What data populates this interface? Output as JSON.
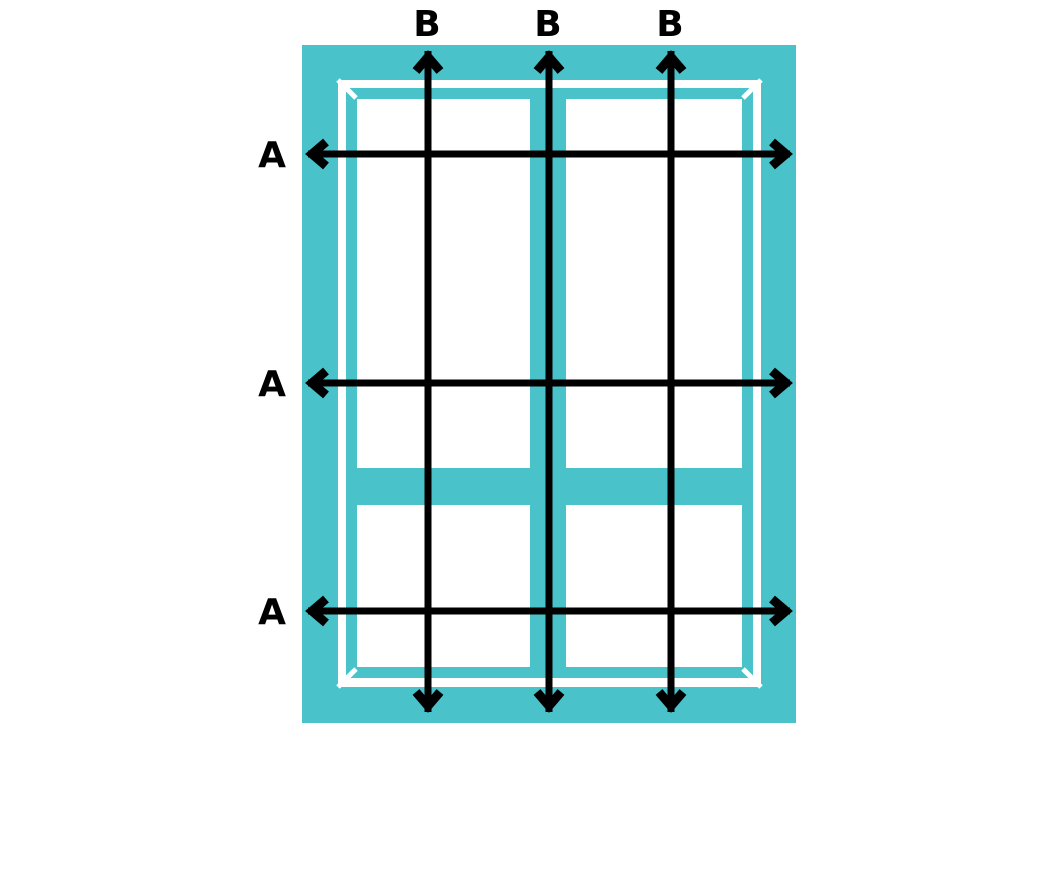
{
  "diagram": {
    "frame_color": "#4ac2ca",
    "arrow_color": "#000000",
    "background_color": "#ffffff",
    "horizontal_measurements": [
      {
        "label": "A"
      },
      {
        "label": "A"
      },
      {
        "label": "A"
      }
    ],
    "vertical_measurements": [
      {
        "label": "B"
      },
      {
        "label": "B"
      },
      {
        "label": "B"
      }
    ]
  }
}
